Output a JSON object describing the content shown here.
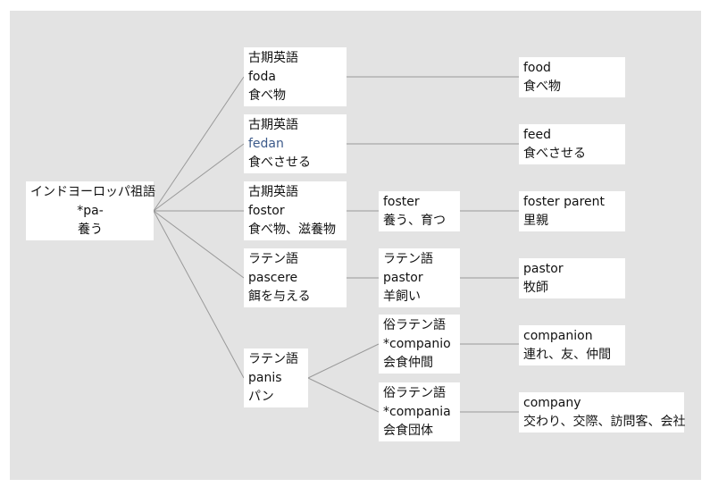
{
  "colors": {
    "canvas_bg": "#e3e3e3",
    "box_bg": "#ffffff",
    "line": "#999999",
    "text": "#111111"
  },
  "nodes": {
    "root": {
      "lines": [
        "インドヨーロッパ祖語",
        "*pa-",
        "養う"
      ]
    },
    "oe1": {
      "lines": [
        "古期英語",
        "foda",
        "食べ物"
      ]
    },
    "oe2": {
      "lines": [
        "古期英語",
        "fedan",
        "食べさせる"
      ]
    },
    "oe3": {
      "lines": [
        "古期英語",
        "fostor",
        "食べ物、滋養物"
      ]
    },
    "lat1": {
      "lines": [
        "ラテン語",
        "pascere",
        "餌を与える"
      ]
    },
    "lat2": {
      "lines": [
        "ラテン語",
        "panis",
        "パン"
      ]
    },
    "mid3": {
      "lines": [
        "foster",
        "養う、育つ"
      ]
    },
    "mid4": {
      "lines": [
        "ラテン語",
        "pastor",
        "羊飼い"
      ]
    },
    "mid5": {
      "lines": [
        "俗ラテン語",
        "*companio",
        "会食仲間"
      ]
    },
    "mid6": {
      "lines": [
        "俗ラテン語",
        "*compania",
        "会食団体"
      ]
    },
    "out1": {
      "lines": [
        "food",
        "食べ物"
      ]
    },
    "out2": {
      "lines": [
        "feed",
        "食べさせる"
      ]
    },
    "out3": {
      "lines": [
        "foster parent",
        "里親"
      ]
    },
    "out4": {
      "lines": [
        "pastor",
        "牧師"
      ]
    },
    "out5": {
      "lines": [
        "companion",
        "連れ、友、仲間"
      ]
    },
    "out6": {
      "lines": [
        "company",
        "交わり、交際、訪問客、会社"
      ]
    }
  }
}
